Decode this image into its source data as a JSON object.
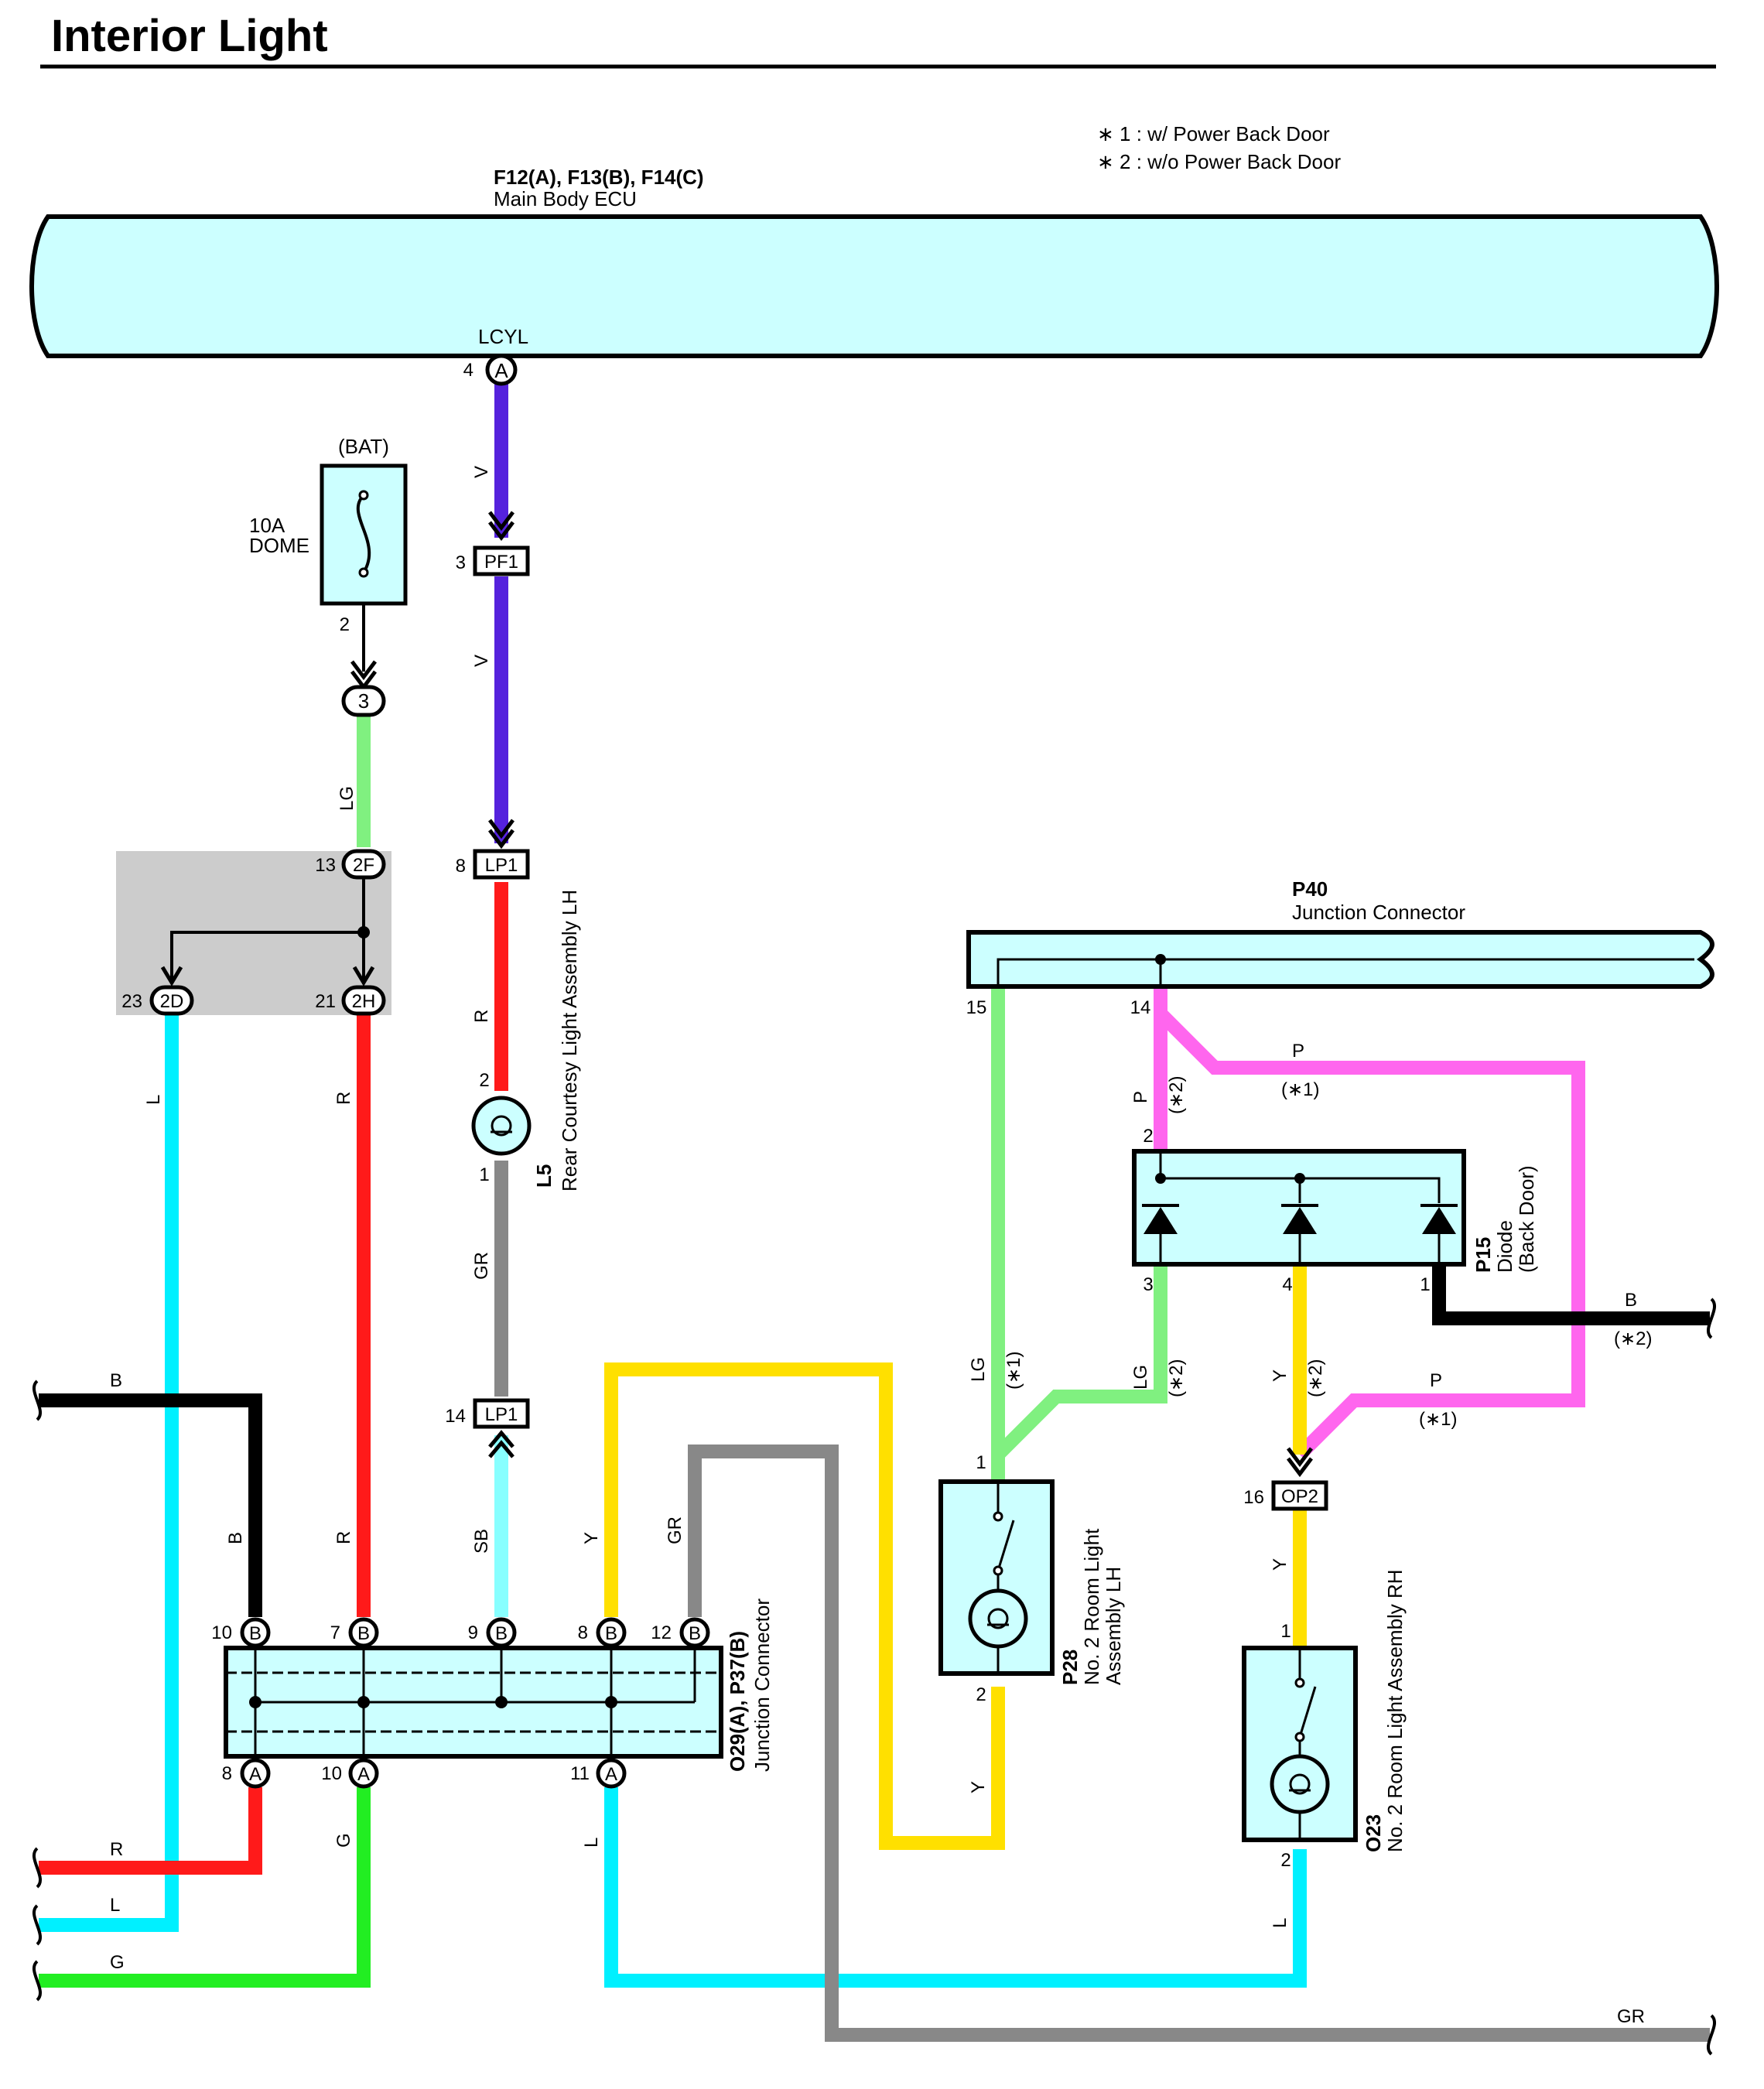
{
  "title": "Interior Light",
  "notes": [
    "∗ 1 : w/ Power Back Door",
    "∗ 2 : w/o Power Back Door"
  ],
  "ecu": {
    "code": "F12(A), F13(B), F14(C)",
    "name": "Main Body ECU",
    "pin_name": "LCYL"
  },
  "fuse": {
    "source": "(BAT)",
    "rating": "10A",
    "name": "DOME"
  },
  "l5": {
    "code": "L5",
    "name": "Rear Courtesy Light Assembly LH"
  },
  "p40": {
    "code": "P40",
    "name": "Junction Connector"
  },
  "p15": {
    "code": "P15",
    "name": "Diode",
    "sub": "(Back Door)"
  },
  "p28": {
    "code": "P28",
    "name1": "No.  2 Room Light",
    "name2": "Assembly LH"
  },
  "o23": {
    "code": "O23",
    "name": "No.  2 Room Light Assembly RH"
  },
  "o29": {
    "code": "O29(A), P37(B)",
    "name": "Junction Connector"
  },
  "connectors": {
    "a_ecu": "A",
    "pf1": "PF1",
    "lp1": "LP1",
    "op2": "OP2",
    "c3": "3",
    "c2f": "2F",
    "c2d": "2D",
    "c2h": "2H",
    "b": "B",
    "a": "A"
  },
  "pins": {
    "ecu4": "4",
    "pf1": "3",
    "fuse2": "2",
    "lp1_8": "8",
    "lp1_14": "14",
    "l5_2": "2",
    "l5_1": "1",
    "j13": "13",
    "j23": "23",
    "j21": "21",
    "b10": "10",
    "b7": "7",
    "b9": "9",
    "b8": "8",
    "b12": "12",
    "a8": "8",
    "a10": "10",
    "a11": "11",
    "p40_15": "15",
    "p40_14": "14",
    "p15_2": "2",
    "p15_3": "3",
    "p15_4": "4",
    "p15_1": "1",
    "p28_1": "1",
    "p28_2": "2",
    "op2_16": "16",
    "o23_1": "1",
    "o23_2": "2"
  },
  "wire_labels": {
    "v": "V",
    "lg": "LG",
    "r": "R",
    "l": "L",
    "gr": "GR",
    "sb": "SB",
    "b": "B",
    "y": "Y",
    "g": "G",
    "p": "P"
  },
  "variant_labels": {
    "v1": "(∗1)",
    "v2": "(∗2)"
  },
  "wire_colors": {
    "V": "#5522dd",
    "LG": "#80f080",
    "R": "#ff1a1a",
    "L": "#00f0ff",
    "GR": "#888888",
    "SB": "#88ffff",
    "B": "#000000",
    "Y": "#ffe000",
    "G": "#22ee22",
    "P": "#ff66ee"
  },
  "component_fill": "#ccffff",
  "splice_fill": "#cccccc"
}
